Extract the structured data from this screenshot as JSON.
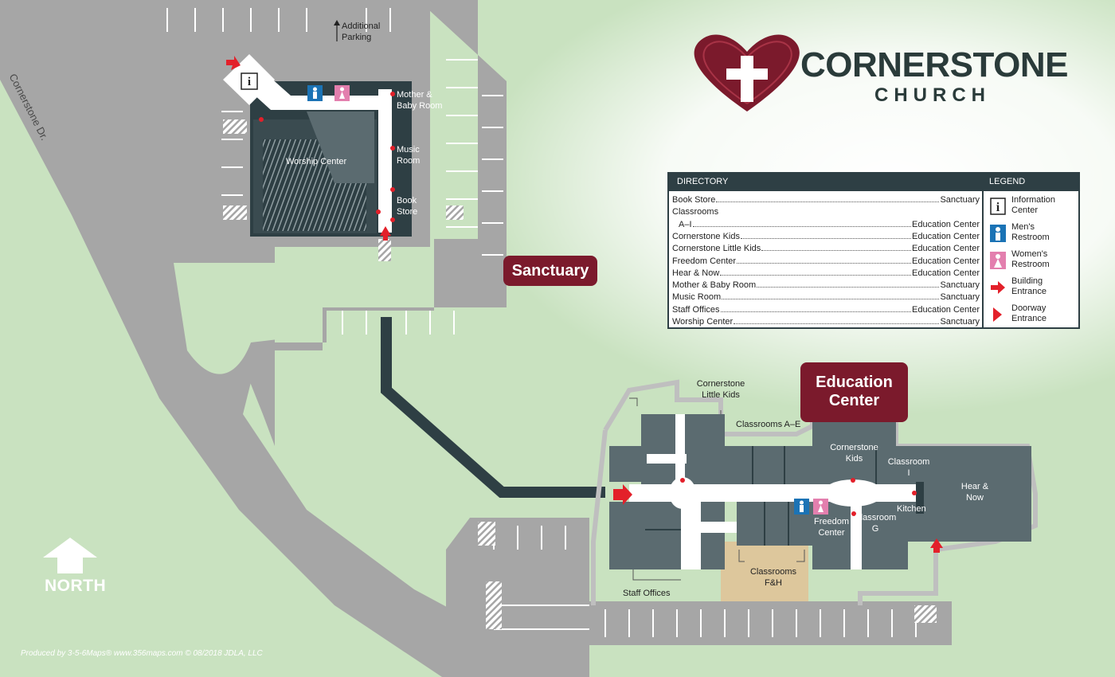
{
  "street": "Cornerstone Dr.",
  "additional_parking": "Additional\nParking",
  "buildings": {
    "sanctuary": "Sanctuary",
    "education_center": "Education\nCenter"
  },
  "logo": {
    "title": "CORNERSTONE",
    "subtitle": "CHURCH"
  },
  "sanctuary_rooms": {
    "worship_center": "Worship Center",
    "mother_baby": "Mother &\nBaby Room",
    "music_room": "Music\nRoom",
    "book_store": "Book\nStore"
  },
  "education_rooms": {
    "little_kids": "Cornerstone\nLittle Kids",
    "classrooms_ae": "Classrooms A–E",
    "cornerstone_kids": "Cornerstone\nKids",
    "classroom_i": "Classroom\nI",
    "hear_now": "Hear &\nNow",
    "kitchen": "Kitchen",
    "freedom_center": "Freedom\nCenter",
    "classroom_g": "Classroom\nG",
    "classrooms_fh": "Classrooms\nF&H",
    "staff_offices": "Staff Offices"
  },
  "directory": {
    "header": "DIRECTORY",
    "entries": [
      {
        "name": "Book Store",
        "place": "Sanctuary"
      },
      {
        "name": "Classrooms",
        "place": ""
      },
      {
        "name": "A–I",
        "place": "Education Center"
      },
      {
        "name": "Cornerstone Kids",
        "place": "Education Center"
      },
      {
        "name": "Cornerstone Little Kids",
        "place": "Education Center"
      },
      {
        "name": "Freedom Center",
        "place": "Education Center"
      },
      {
        "name": "Hear & Now",
        "place": "Education Center"
      },
      {
        "name": "Mother & Baby Room",
        "place": "Sanctuary"
      },
      {
        "name": "Music Room",
        "place": "Sanctuary"
      },
      {
        "name": "Staff Offices",
        "place": "Education Center"
      },
      {
        "name": "Worship Center",
        "place": "Sanctuary"
      }
    ]
  },
  "legend": {
    "header": "LEGEND",
    "items": [
      {
        "icon": "information-icon",
        "label": "Information\nCenter"
      },
      {
        "icon": "mens-restroom-icon",
        "label": "Men's\nRestroom"
      },
      {
        "icon": "womens-restroom-icon",
        "label": "Women's\nRestroom"
      },
      {
        "icon": "building-entrance-arrow-icon",
        "label": "Building\nEntrance"
      },
      {
        "icon": "doorway-entrance-icon",
        "label": "Doorway\nEntrance"
      }
    ]
  },
  "north": "NORTH",
  "credits": "Produced by 3-5-6Maps®   www.356maps.com   © 08/2018 JDLA, LLC",
  "colors": {
    "grass": "#c9e2c0",
    "pavement": "#a6a6a6",
    "building": "#5b6b70",
    "building_dark": "#2e3f44",
    "brand": "#7b1a2c",
    "entrance_red": "#e3202a",
    "mens_blue": "#1b73b5",
    "womens_pink": "#e37fae",
    "classroom_tan": "#ddc79c"
  }
}
